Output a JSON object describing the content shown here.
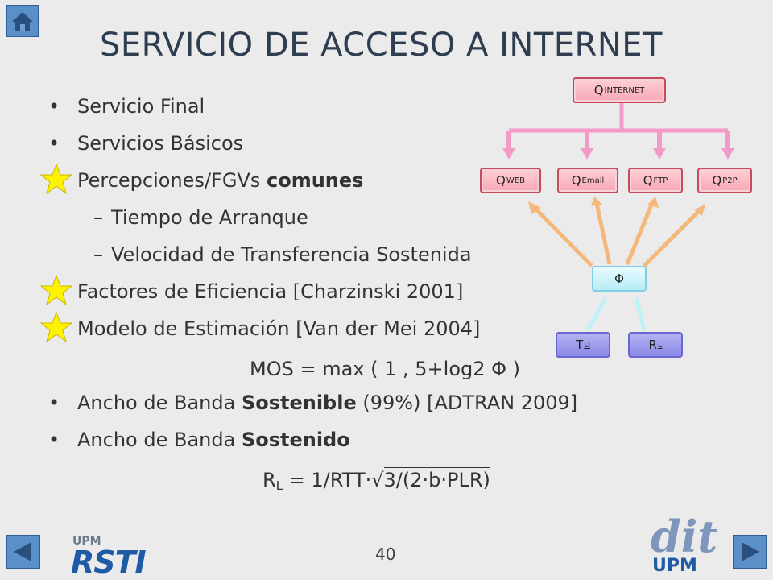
{
  "title": "SERVICIO DE ACCESO A INTERNET",
  "bullets": {
    "b1": "Servicio Final",
    "b2": "Servicios Básicos",
    "b3_pre": "Percepciones/FGVs ",
    "b3_bold": "comunes",
    "b3_sub1": "Tiempo de Arranque",
    "b3_sub2": "Velocidad de Transferencia Sostenida",
    "b4": "Factores de Eficiencia [Charzinski 2001]",
    "b5": "Modelo de Estimación [Van der Mei 2004]",
    "formula_mos": "MOS = max ( 1 , 5+log2 Φ )",
    "b6_pre": "Ancho de Banda ",
    "b6_bold": "Sostenible",
    "b6_post": " (99%) [ADTRAN 2009]",
    "b7_pre": "Ancho de Banda ",
    "b7_bold": "Sostenido",
    "formula_rl_R": "R",
    "formula_rl_sub": "L",
    "formula_rl_mid": " = 1/RTT·",
    "formula_rl_root": "3/(2·b·PLR)"
  },
  "diagram": {
    "internet": {
      "q": "Q",
      "sub": "INTERNET"
    },
    "web": {
      "q": "Q",
      "sub": "WEB"
    },
    "email": {
      "q": "Q",
      "sub": "Email"
    },
    "ftp": {
      "q": "Q",
      "sub": "FTP"
    },
    "p2p": {
      "q": "Q",
      "sub": "P2P"
    },
    "phi": "Φ",
    "td": {
      "t": "T",
      "sub": "D"
    },
    "rl": {
      "t": "R",
      "sub": "L"
    }
  },
  "page_number": "40",
  "logos": {
    "upm_small": "UPM",
    "rsti": "RSTI",
    "dit": "dit",
    "upm": "UPM"
  },
  "colors": {
    "nav_blue": "#5b8fc7",
    "arrow_pink": "#f49ac9",
    "arrow_orange": "#f6b77a",
    "arrow_cyan": "#bff1fa",
    "star_yellow": "#fff200"
  }
}
